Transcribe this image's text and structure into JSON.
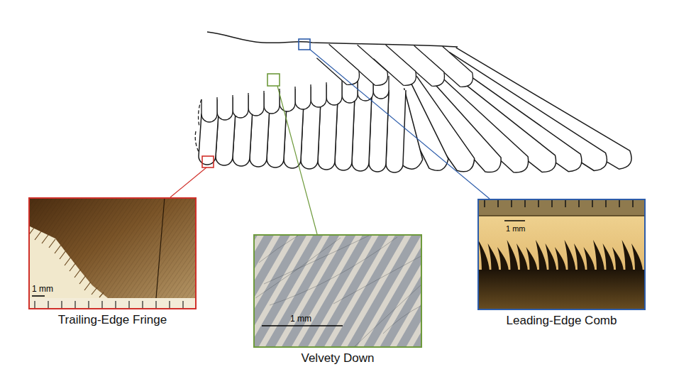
{
  "diagram": {
    "nodes": [
      {
        "text": [
          "1 mm",
          "Trailing-Edge Fringe"
        ]
      },
      {
        "text": [
          "1 mm",
          "Velvety Down"
        ]
      },
      {
        "text": [
          "1 mm",
          "Leading-Edge Comb"
        ]
      }
    ]
  }
}
